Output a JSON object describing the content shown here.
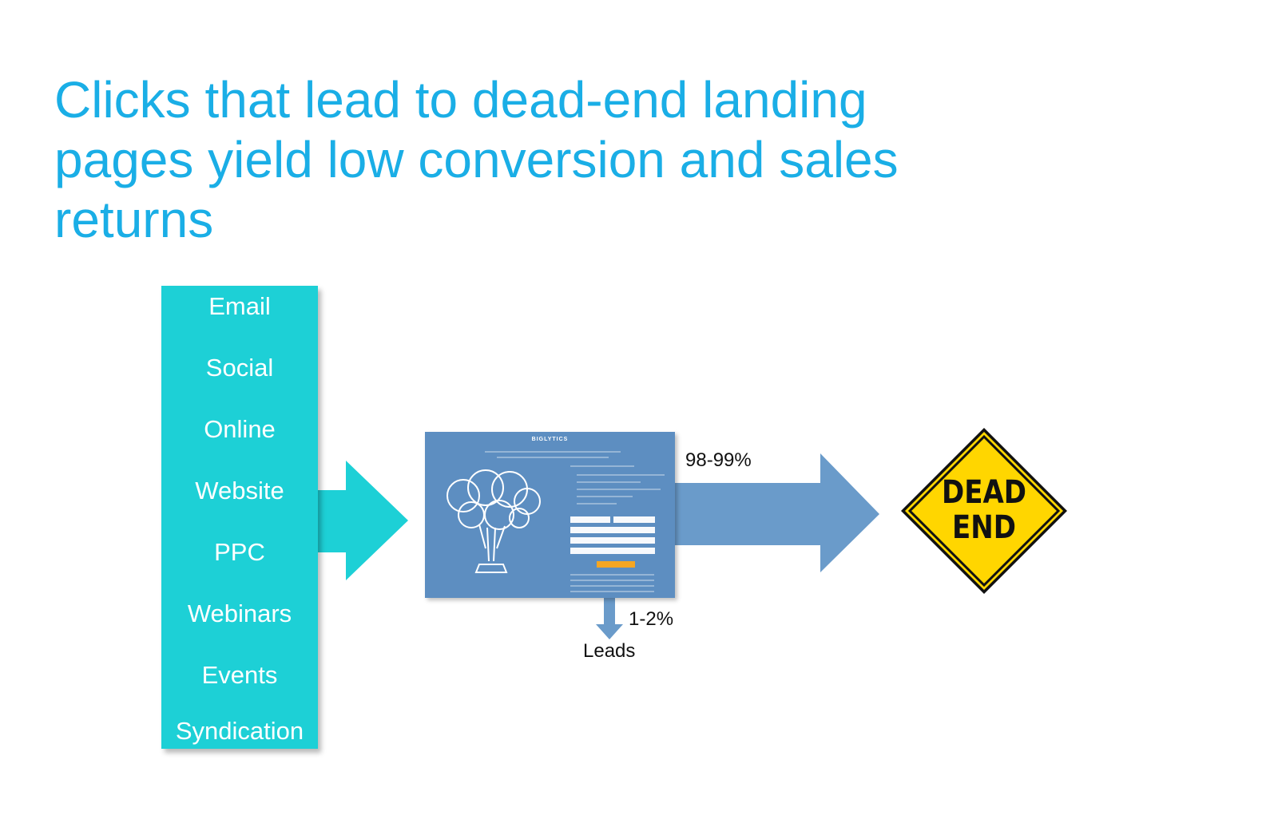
{
  "title_lines": [
    "Clicks that lead to dead-end landing",
    "pages yield low conversion and sales",
    "returns"
  ],
  "channels": [
    "Email",
    "Social",
    "Online",
    "Website",
    "PPC",
    "Webinars",
    "Events",
    "Syndication"
  ],
  "landing_page": {
    "logo": "BIGLYTICS"
  },
  "exit_rate": "98-99%",
  "conversion_rate": "1-2%",
  "leads_label": "Leads",
  "sign": {
    "line1": "DEAD",
    "line2": "END"
  },
  "colors": {
    "title": "#1aaee6",
    "channels": "#1dd0d6",
    "landing_page": "#5d8ec1",
    "flow_arrow": "#6a9bca",
    "sign_fill": "#ffd600"
  }
}
